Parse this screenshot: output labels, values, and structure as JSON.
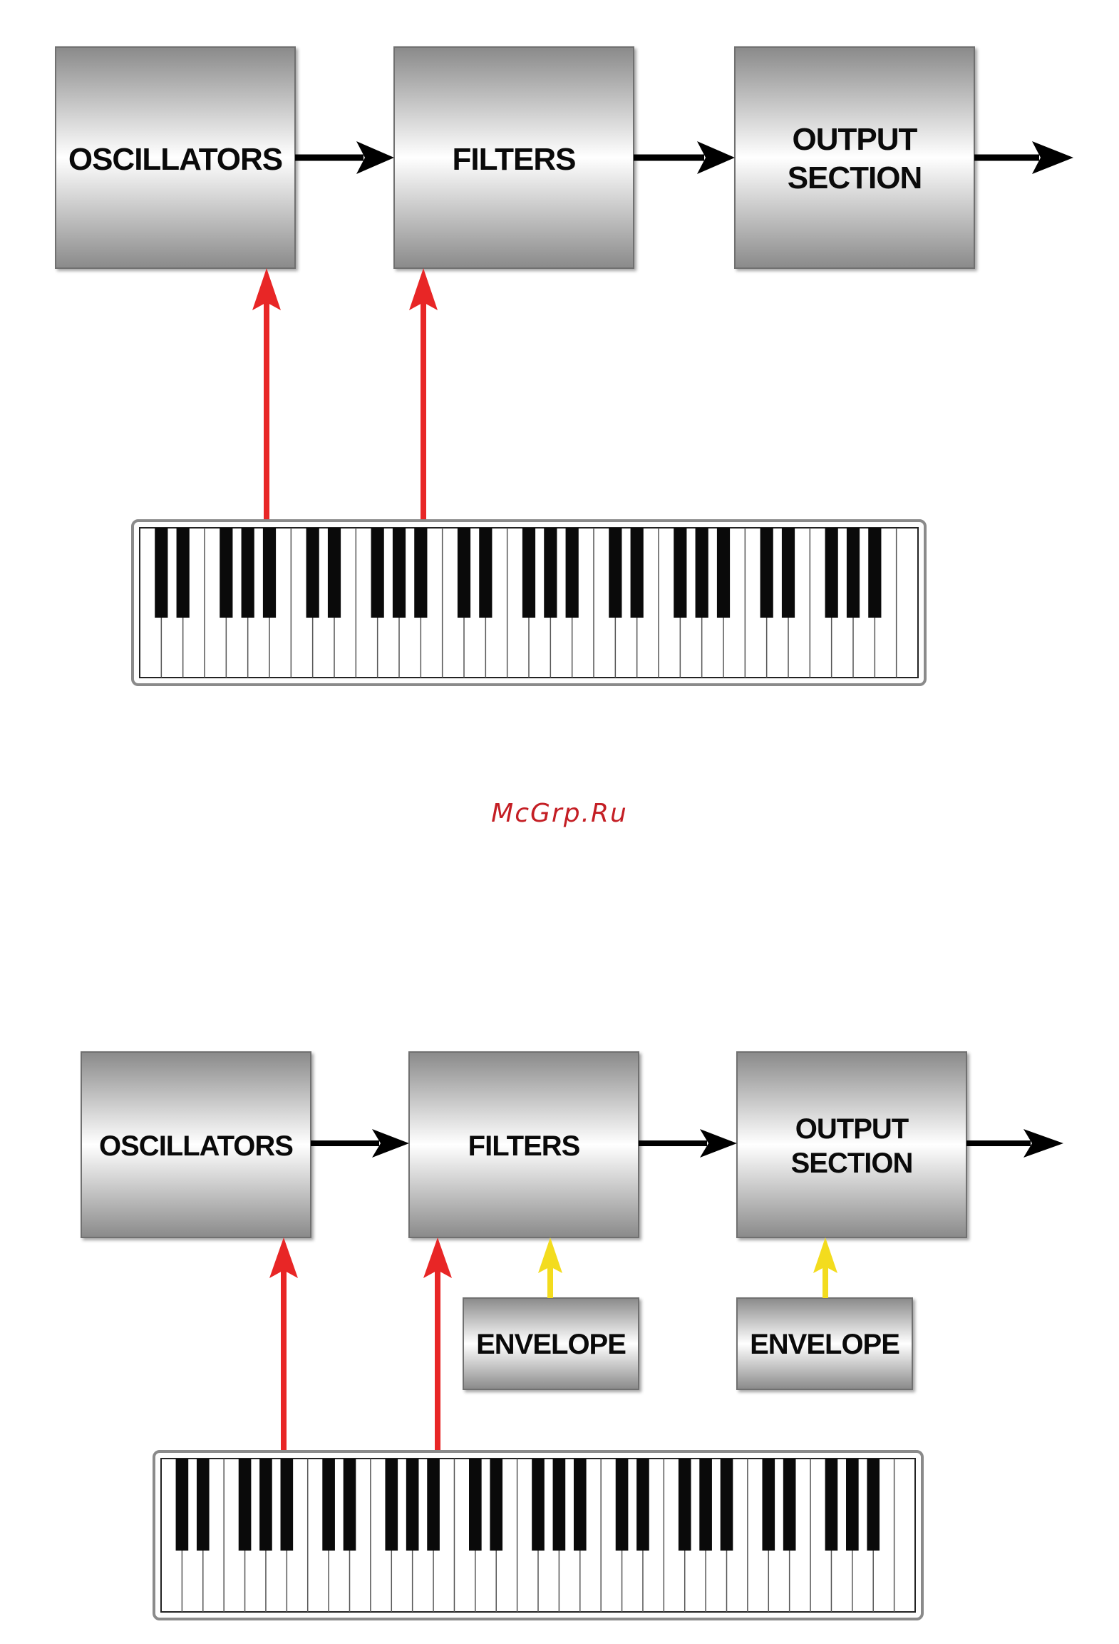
{
  "diagram1": {
    "blocks": {
      "oscillators": "OSCILLATORS",
      "filters": "FILTERS",
      "output_line1": "OUTPUT",
      "output_line2": "SECTION"
    }
  },
  "watermark": "McGrp.Ru",
  "diagram2": {
    "blocks": {
      "oscillators": "OSCILLATORS",
      "filters": "FILTERS",
      "output_line1": "OUTPUT",
      "output_line2": "SECTION",
      "envelope_filter": "ENVELOPE",
      "envelope_output": "ENVELOPE"
    }
  },
  "colors": {
    "block_gradient_dark": "#8f8f8f",
    "block_gradient_light": "#ffffff",
    "signal_arrow": "#000000",
    "keyboard_arrow": "#e82626",
    "envelope_arrow": "#f3dc1e",
    "watermark": "#c41e24"
  },
  "icons": {
    "keyboard": "piano-keyboard-icon"
  }
}
